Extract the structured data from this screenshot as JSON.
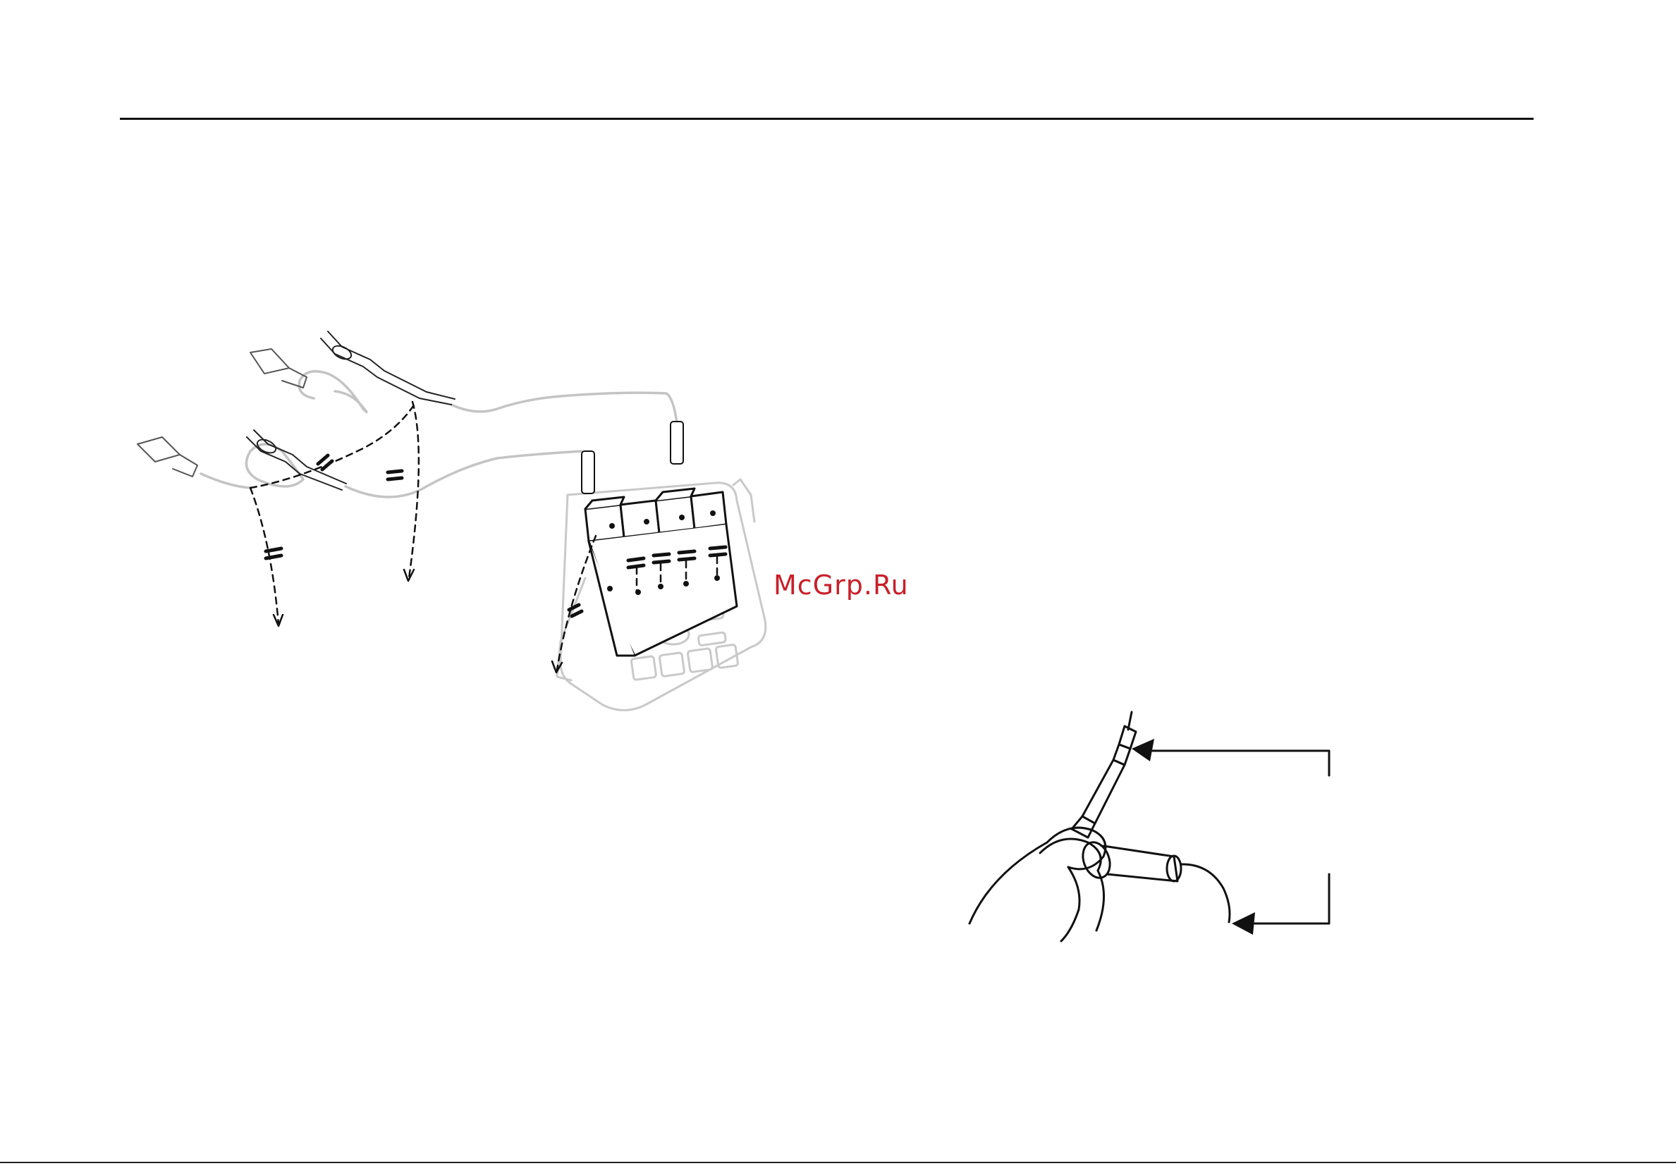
{
  "watermark": {
    "text": "McGrp.Ru",
    "color": "#c8202a"
  },
  "figures": [
    {
      "name": "isolated-inputs-illustration",
      "icon": "oscilloscope-with-probes"
    },
    {
      "name": "probe-tip-ground-illustration",
      "icon": "probe-tip-with-ground-lead"
    }
  ],
  "colors": {
    "line": "#111111",
    "cable": "#bdbdbd",
    "instrument": "#cfcfcf"
  }
}
